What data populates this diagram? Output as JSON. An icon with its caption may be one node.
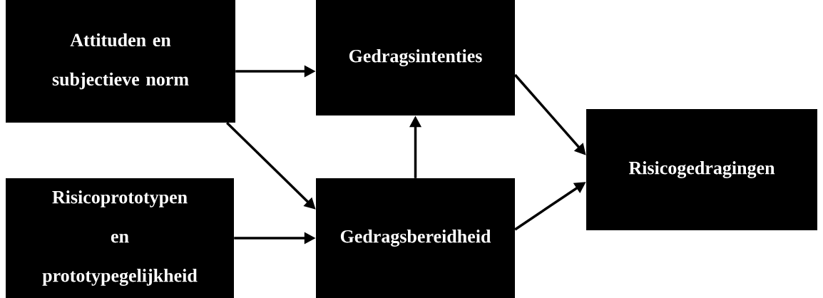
{
  "diagram": {
    "nodes": [
      {
        "text": [
          "Attituden en subjectieve norm"
        ]
      },
      {
        "text": [
          "Gedragsintenties"
        ]
      },
      {
        "text": [
          "Risicoprototypen en prototypegelijkheid"
        ]
      },
      {
        "text": [
          "Gedragsbereidheid"
        ]
      },
      {
        "text": [
          "Risicogedragingen"
        ]
      }
    ],
    "edges": [
      {
        "from": 0,
        "to": 1,
        "arrow": "to"
      },
      {
        "from": 0,
        "to": 3,
        "arrow": "to"
      },
      {
        "from": 2,
        "to": 3,
        "arrow": "to"
      },
      {
        "from": 3,
        "to": 1,
        "arrow": "to"
      },
      {
        "from": 1,
        "to": 4,
        "arrow": "to"
      },
      {
        "from": 3,
        "to": 4,
        "arrow": "to"
      }
    ]
  }
}
